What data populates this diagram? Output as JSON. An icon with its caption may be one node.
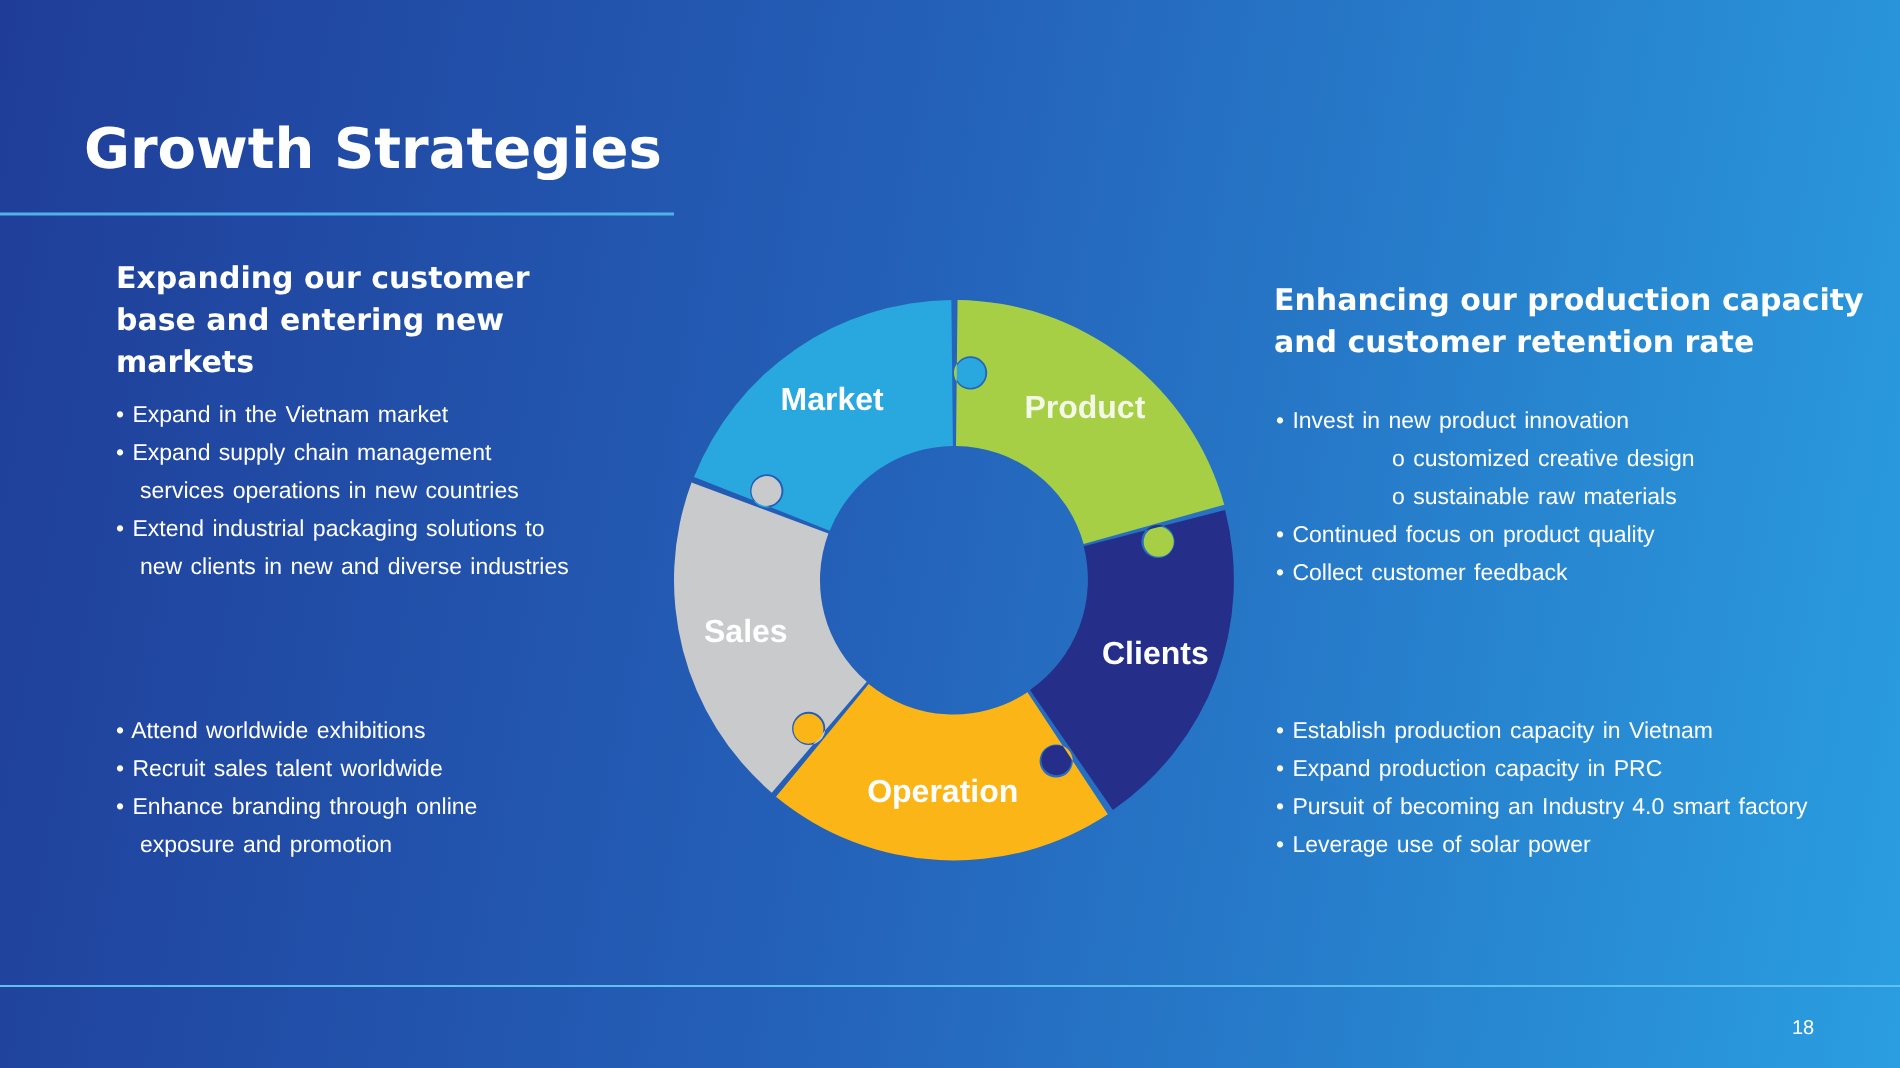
{
  "diagram": {
    "title": "Growth Strategies",
    "nodes": [
      {
        "text": [
          "Market"
        ]
      },
      {
        "text": [
          "Product"
        ]
      },
      {
        "text": [
          "Sales"
        ]
      },
      {
        "text": [
          "Clients"
        ]
      },
      {
        "text": [
          "Operation"
        ]
      }
    ],
    "labels": [
      "Expanding our customer base and entering new markets",
      "• Expand in the Vietnam market",
      "• Expand supply chain management services operations in new countries",
      "• Extend industrial packaging solutions to new clients in new and diverse industries",
      "Enhancing our production capacity and customer retention rate",
      "• Invest in new product innovation",
      "o customized creative design",
      "o sustainable raw materials",
      "• Continued focus on product quality",
      "• Collect customer feedback",
      "• Attend worldwide exhibitions",
      "• Recruit sales talent worldwide",
      "• Enhance branding through online exposure and promotion",
      "• Establish production capacity in Vietnam",
      "• Expand production capacity in PRC",
      "• Pursuit of becoming an Industry 4.0 smart factory",
      "• Leverage use of solar power",
      "18"
    ]
  }
}
